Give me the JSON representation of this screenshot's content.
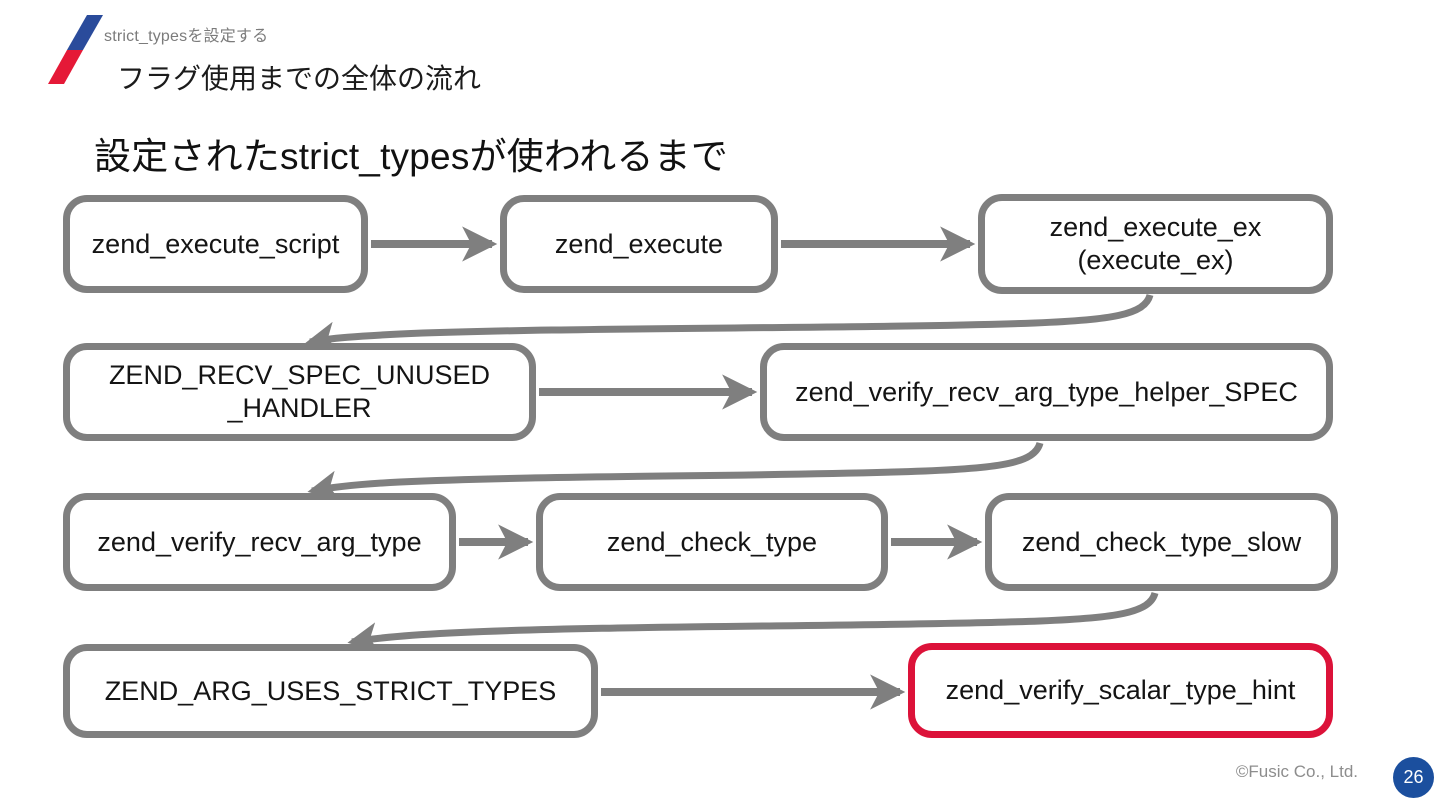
{
  "header": {
    "kicker": "strict_typesを設定する",
    "subtitle": "フラグ使用までの全体の流れ",
    "logo_blue": "#2a4b9b",
    "logo_red": "#e51937"
  },
  "title": "設定されたstrict_typesが使われるまで",
  "diagram": {
    "connector_color": "#7f7f7f",
    "border_color": "#7f7f7f",
    "highlight_color": "#dc1239",
    "nodes": [
      {
        "id": "zend_execute_script",
        "label": "zend_execute_script"
      },
      {
        "id": "zend_execute",
        "label": "zend_execute"
      },
      {
        "id": "zend_execute_ex",
        "label": "zend_execute_ex\n(execute_ex)"
      },
      {
        "id": "ZEND_RECV_SPEC_UNUSED_HANDLER",
        "label": "ZEND_RECV_SPEC_UNUSED\n_HANDLER"
      },
      {
        "id": "zend_verify_recv_arg_type_helper_SPEC",
        "label": "zend_verify_recv_arg_type_helper_SPEC"
      },
      {
        "id": "zend_verify_recv_arg_type",
        "label": "zend_verify_recv_arg_type"
      },
      {
        "id": "zend_check_type",
        "label": "zend_check_type"
      },
      {
        "id": "zend_check_type_slow",
        "label": "zend_check_type_slow"
      },
      {
        "id": "ZEND_ARG_USES_STRICT_TYPES",
        "label": "ZEND_ARG_USES_STRICT_TYPES"
      },
      {
        "id": "zend_verify_scalar_type_hint",
        "label": "zend_verify_scalar_type_hint",
        "highlighted": true
      }
    ]
  },
  "footer": {
    "copyright": "©Fusic Co., Ltd.",
    "page_number": "26",
    "page_badge_color": "#1b4f9e"
  }
}
